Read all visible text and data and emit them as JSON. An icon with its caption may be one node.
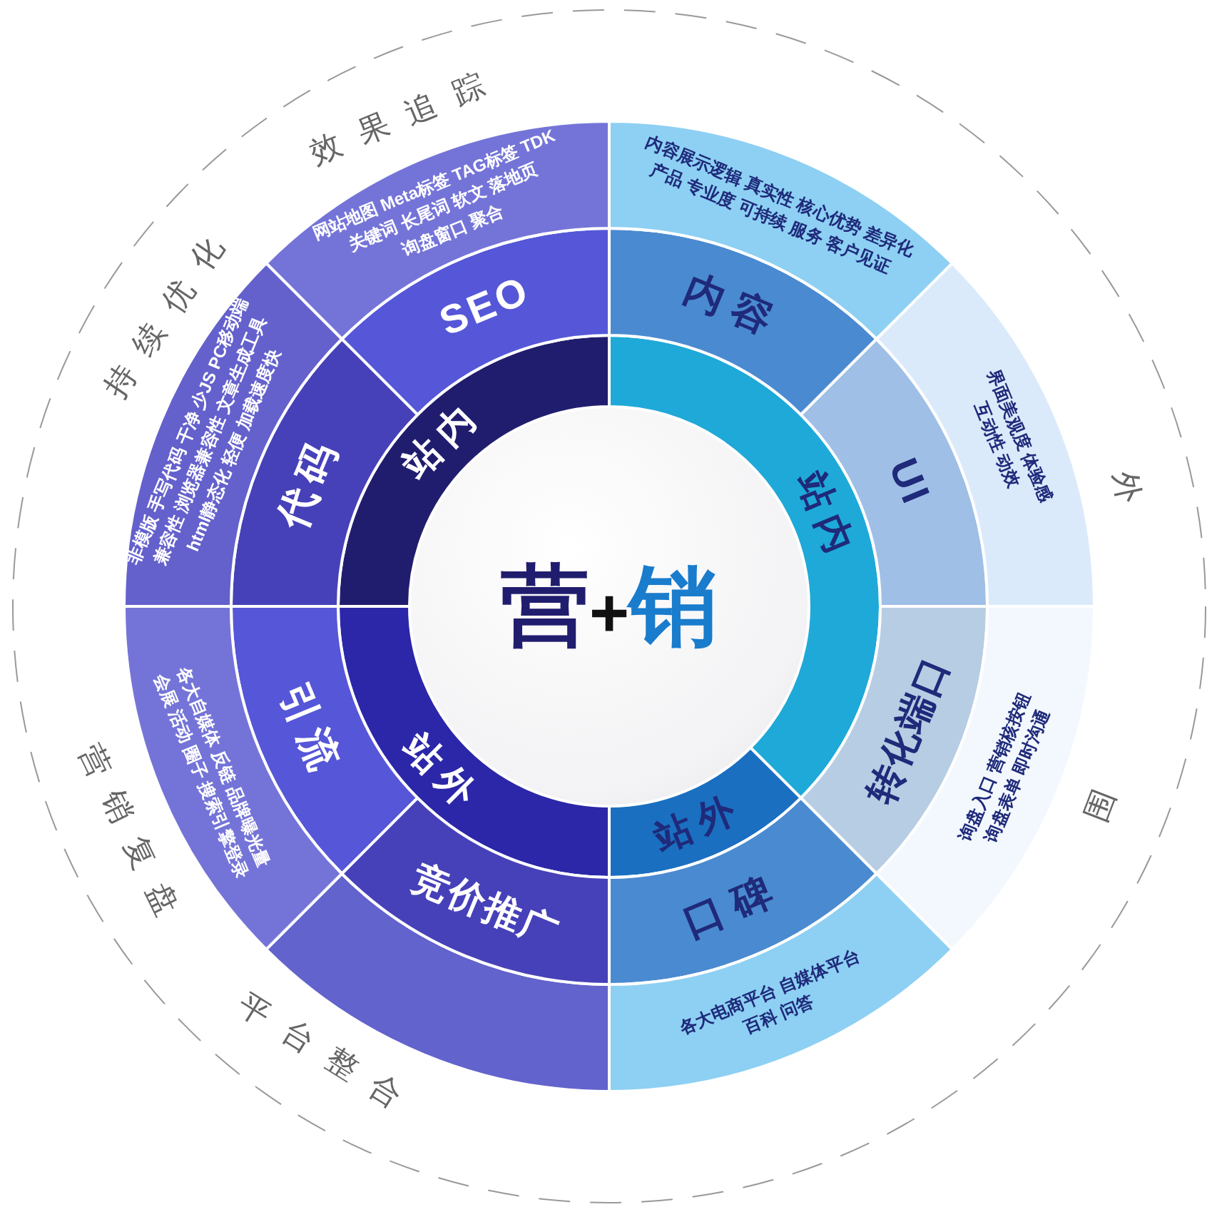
{
  "diagram": {
    "nodes": [
      {
        "text": [
          "营+销"
        ]
      },
      {
        "text": [
          "站内"
        ]
      },
      {
        "text": [
          "站外"
        ]
      },
      {
        "text": [
          "站内"
        ]
      },
      {
        "text": [
          "站外"
        ]
      },
      {
        "text": [
          "SEO"
        ]
      },
      {
        "text": [
          "代码"
        ]
      },
      {
        "text": [
          "引流"
        ]
      },
      {
        "text": [
          "竞价推广"
        ]
      },
      {
        "text": [
          "内容"
        ]
      },
      {
        "text": [
          "UI"
        ]
      },
      {
        "text": [
          "转化端口"
        ]
      },
      {
        "text": [
          "口碑"
        ]
      },
      {
        "text": [
          "网站地图 Meta标签 TAG标签 TDK",
          "关键词 长尾词 软文 落地页",
          "询盘窗口 聚合"
        ]
      },
      {
        "text": [
          "非模版 手写代码 干净 少JS PC移动端",
          "兼容性 浏览器兼容性 文章生成工具",
          "html静态化 轻便 加载速度快"
        ]
      },
      {
        "text": [
          "各大自媒体 反链 品牌曝光量",
          "会展 活动 圈子 搜索引擎登录"
        ]
      },
      {
        "text": [
          "内容展示逻辑 真实性 核心优势 差异化",
          "产品 专业度 可持续 服务 客户见证"
        ]
      },
      {
        "text": [
          "界面美观度 体验感",
          "互动性 动效"
        ]
      },
      {
        "text": [
          "询盘入口 营销核按钮",
          "询盘表单 即时沟通"
        ]
      },
      {
        "text": [
          "各大电商平台 自媒体平台",
          "百科 问答"
        ]
      }
    ],
    "labels": [
      "效果追踪",
      "持续优化",
      "外",
      "围",
      "营销复盘",
      "平台整合"
    ]
  }
}
